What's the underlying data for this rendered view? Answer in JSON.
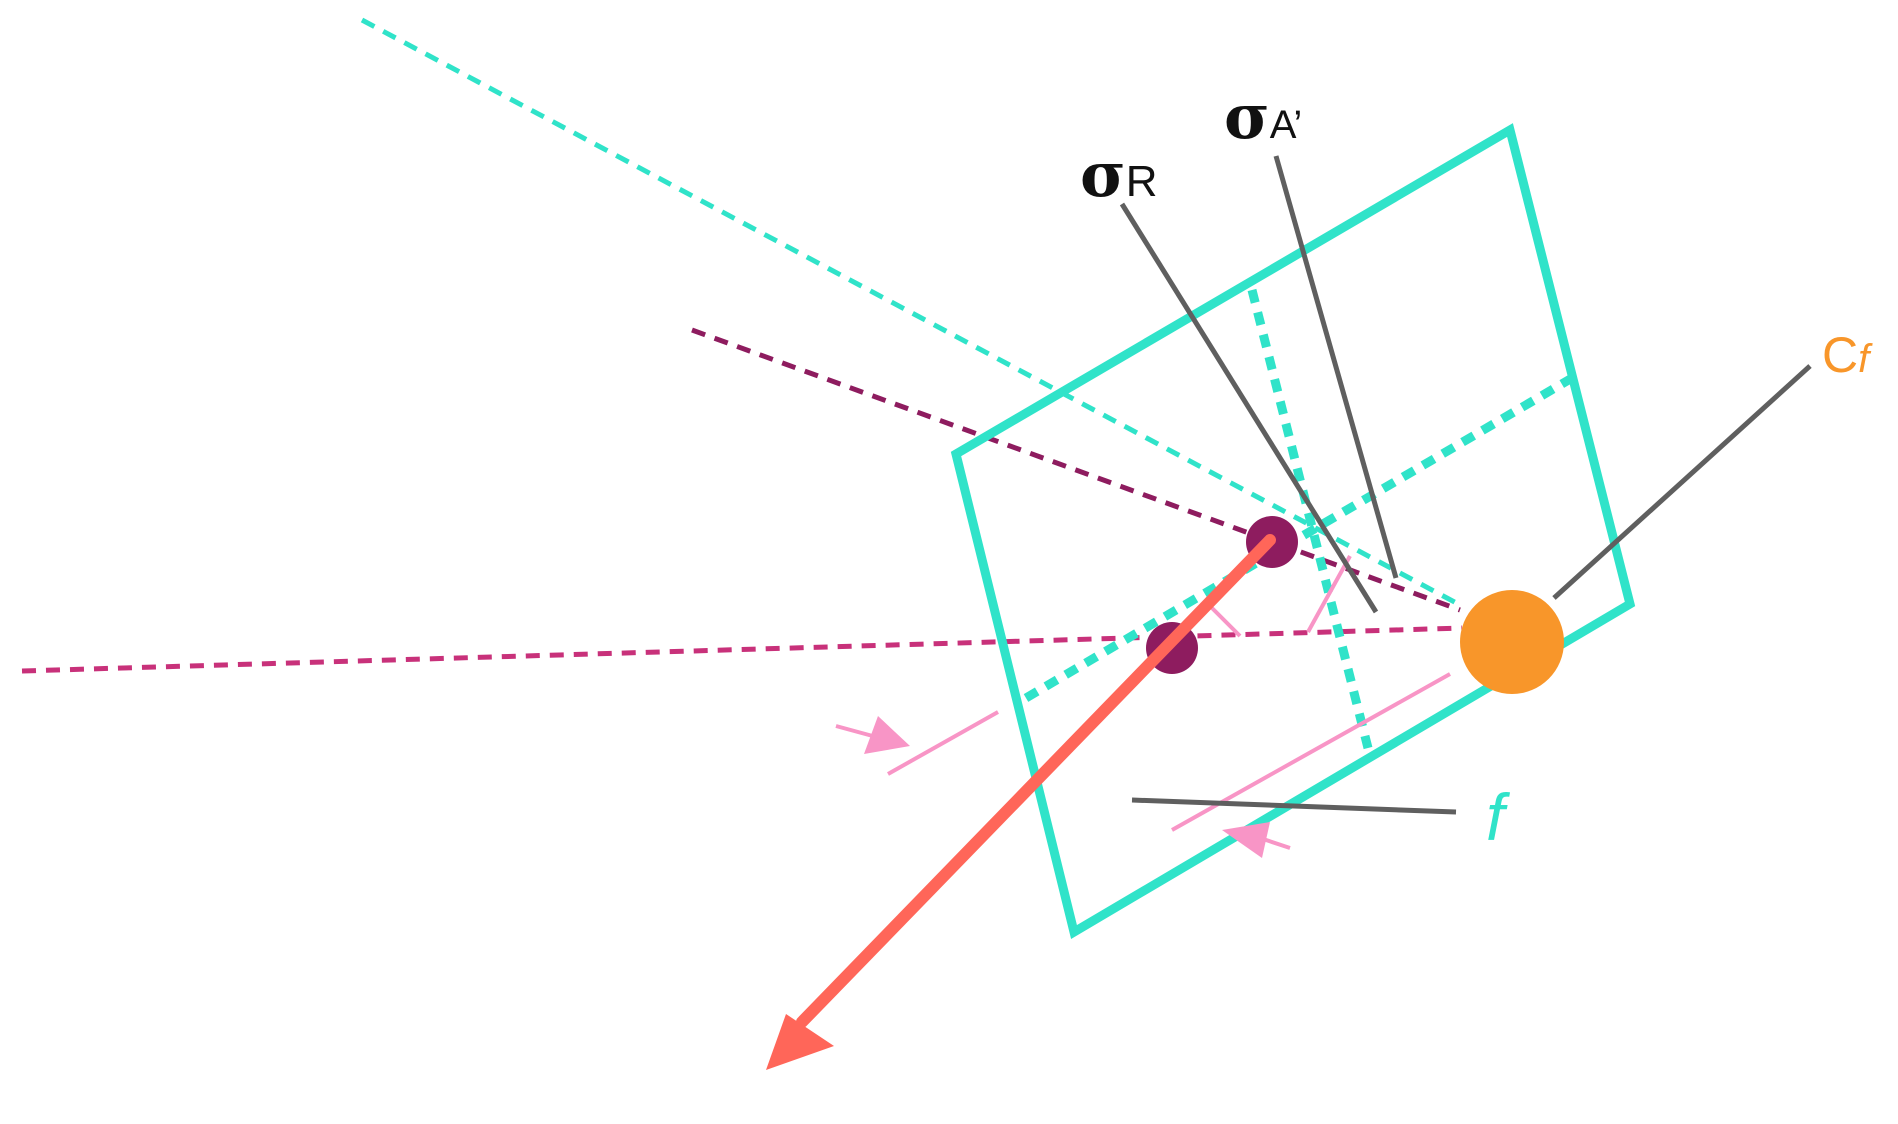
{
  "labels": {
    "sigma_r_symbol": "σ",
    "sigma_r_sub": "R",
    "sigma_a_symbol": "σ",
    "sigma_a_sub": "A’",
    "cf_main": "C",
    "cf_sub": "f",
    "f_label": "f"
  },
  "colors": {
    "frame_teal": "#30e3c9",
    "leader_gray": "#5f5f5f",
    "pink": "#f895c6",
    "dark_magenta": "#8e1c5f",
    "magenta": "#c8317a",
    "orange": "#f8962a",
    "red_arrow": "#ff6659",
    "label_black": "#111111"
  }
}
